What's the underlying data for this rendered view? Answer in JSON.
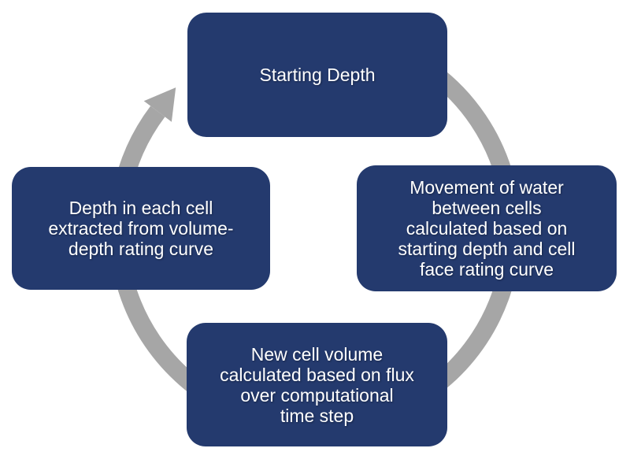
{
  "diagram": {
    "type": "cycle",
    "direction": "clockwise",
    "nodes": [
      {
        "id": "starting-depth",
        "position": "top",
        "lines": [
          "Starting Depth"
        ]
      },
      {
        "id": "movement-of-water",
        "position": "right",
        "lines": [
          "Movement of water",
          "between cells",
          "calculated based on",
          "starting depth and cell",
          "face rating curve"
        ]
      },
      {
        "id": "new-cell-volume",
        "position": "bottom",
        "lines": [
          "New cell volume",
          "calculated based on flux",
          "over computational",
          "time step"
        ]
      },
      {
        "id": "depth-extraction",
        "position": "left",
        "lines": [
          "Depth in each cell",
          "extracted from volume-",
          "depth rating curve"
        ]
      }
    ]
  },
  "colors": {
    "background": "#ffffff",
    "node-fill": "#243a6e",
    "node-text": "#ffffff",
    "arrow": "#a6a6a6"
  }
}
